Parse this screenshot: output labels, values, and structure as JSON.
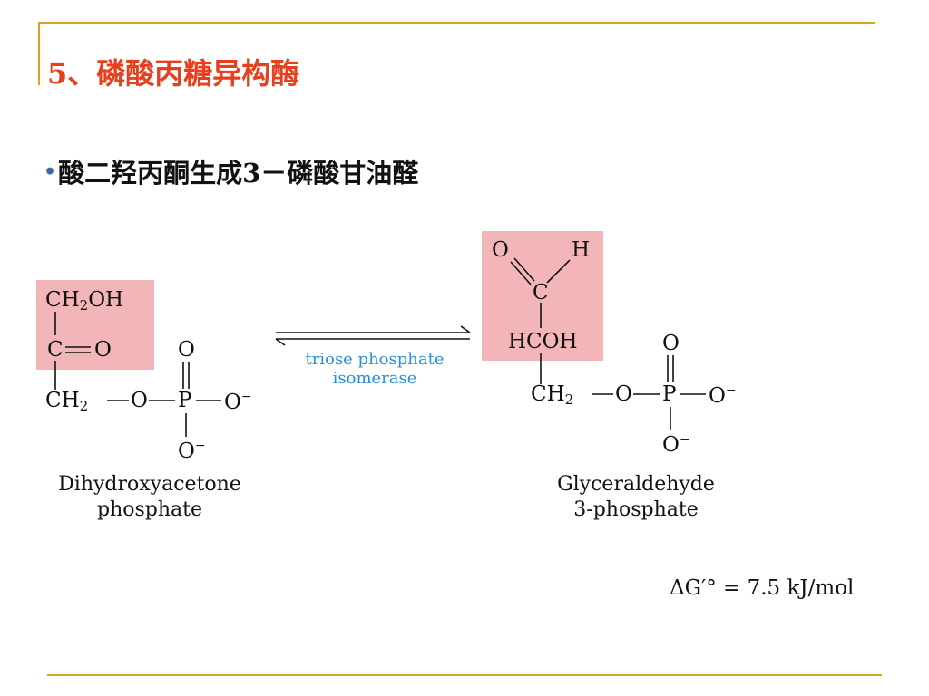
{
  "slide": {
    "title": "5、磷酸丙糖异构酶",
    "bullet_symbol": "•",
    "bullet": "酸二羟丙酮生成3－磷酸甘油醛"
  },
  "reaction": {
    "enzyme_line1": "triose phosphate",
    "enzyme_line2": "isomerase",
    "delta_g": "ΔG′° = 7.5 kJ/mol",
    "left": {
      "name_line1": "Dihydroxyacetone",
      "name_line2": "phosphate",
      "atoms": {
        "ch2oh_c": "CH",
        "ch2oh_sub": "2",
        "ch2oh_oh": "OH",
        "carbonyl_c": "C",
        "carbonyl_o": "O",
        "ch2_c": "CH",
        "ch2_sub": "2",
        "ester_o": "O",
        "p": "P",
        "o_right": "O",
        "o_right_charge": "−",
        "o_top": "O",
        "o_bottom": "O",
        "o_bottom_charge": "−"
      }
    },
    "right": {
      "name_line1": "Glyceraldehyde",
      "name_line2": "3-phosphate",
      "atoms": {
        "ald_o": "O",
        "ald_h": "H",
        "ald_c": "C",
        "hcoh": "HCOH",
        "ch2_c": "CH",
        "ch2_sub": "2",
        "ester_o": "O",
        "p": "P",
        "o_right": "O",
        "o_right_charge": "−",
        "o_top": "O",
        "o_bottom": "O",
        "o_bottom_charge": "−"
      }
    }
  },
  "colors": {
    "title": "#e8401c",
    "highlight": "#f2b6b9",
    "enzyme_text": "#2a8fd6",
    "rule": "#d9a520"
  }
}
